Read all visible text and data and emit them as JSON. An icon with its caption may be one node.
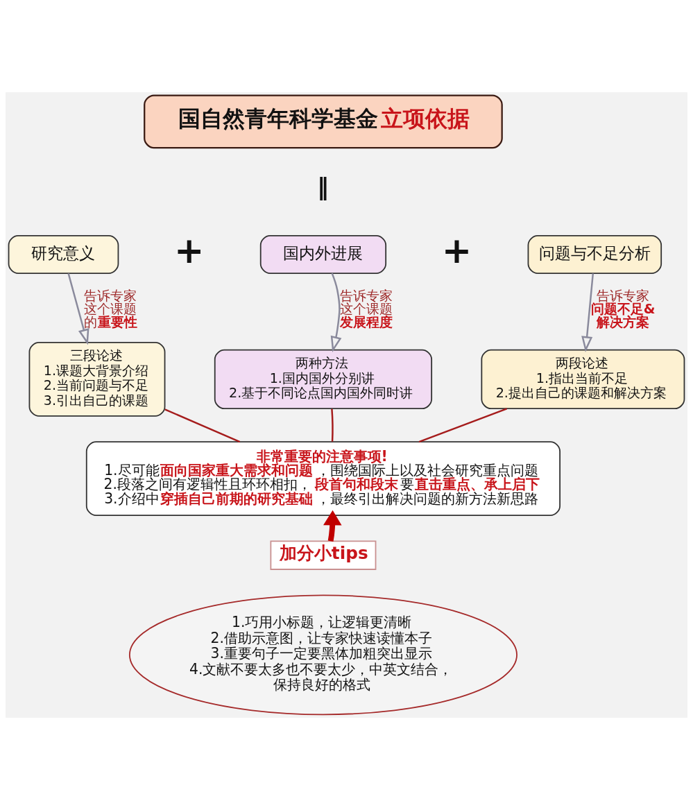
{
  "diagram": {
    "nodes": [
      {
        "text": [
          "国自然青年科学基金 **立项依据**"
        ]
      },
      {
        "text": [
          "研究意义"
        ]
      },
      {
        "text": [
          "国内外进展"
        ]
      },
      {
        "text": [
          "问题与不足分析"
        ]
      },
      {
        "text": [
          "三段论述",
          "1.课题大背景介绍",
          "2.当前问题与不足",
          "3.引出自己的课题"
        ]
      },
      {
        "text": [
          "两种方法",
          "1.国内国外分别讲",
          "2.基于不同论点国内国外同时讲"
        ]
      },
      {
        "text": [
          "两段论述",
          "1.指出当前不足",
          "2.提出自己的课题和解决方案"
        ]
      },
      {
        "text": [
          "非常重要的注意事项!",
          "1.尽可能**面向国家重大需求和问题**，围绕国际上以及社会研究重点问题",
          "2.段落之间有逻辑性且环环相扣，**段首句和段末**要**直击重点、承上启下**",
          "3.介绍中**穿插自己前期的研究基础**，最终引出解决问题的新方法新思路"
        ]
      },
      {
        "text": [
          "加分小tips"
        ]
      },
      {
        "text": [
          "1.巧用小标题，让逻辑更清晰",
          "2.借助示意图，让专家快速读懂本子",
          "3.重要句子一定要黑体加粗突出显示",
          "4.文献不要太多也不要太少，中英文结合，保持良好的格式"
        ]
      }
    ],
    "edges": [
      {
        "from": 1,
        "to": 4,
        "arrow": "to",
        "label": "告诉专家这个课题的**重要性**"
      },
      {
        "from": 2,
        "to": 5,
        "arrow": "to",
        "label": "告诉专家这个课题**发展程度**"
      },
      {
        "from": 3,
        "to": 6,
        "arrow": "to",
        "label": "告诉专家**问题不足&解决方案**"
      },
      {
        "from": 4,
        "to": 7,
        "arrow": "none",
        "color": "#a51c1c"
      },
      {
        "from": 5,
        "to": 7,
        "arrow": "none",
        "color": "#a51c1c"
      },
      {
        "from": 6,
        "to": 7,
        "arrow": "none",
        "color": "#a51c1c"
      },
      {
        "from": 8,
        "to": 7,
        "arrow": "to",
        "style": "thick",
        "color": "#c00000"
      }
    ],
    "labels": [
      "‖",
      "+",
      "+"
    ]
  }
}
